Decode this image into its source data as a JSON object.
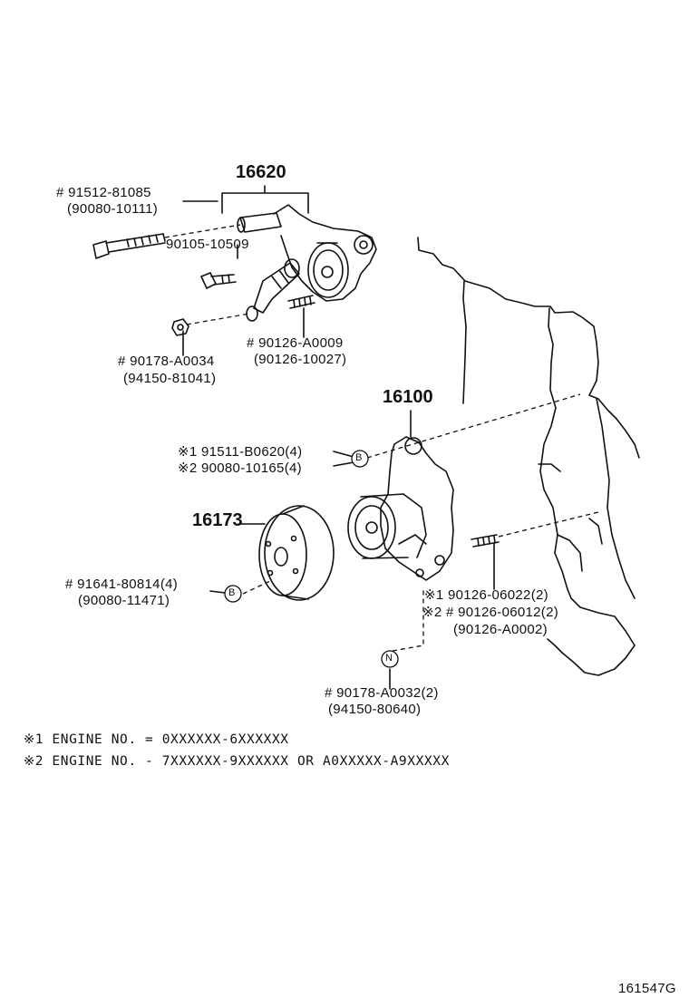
{
  "groups": {
    "tensioner": {
      "number": "16620"
    },
    "water_pump": {
      "number": "16100"
    },
    "pulley": {
      "number": "16173"
    }
  },
  "parts": {
    "bolt_long": {
      "line1": "# 91512-81085",
      "line2": "(90080-10111)"
    },
    "bolt_short": {
      "line1": "90105-10509"
    },
    "nut_tensioner": {
      "line1": "# 90178-A0034",
      "line2": "(94150-81041)"
    },
    "stud_tensioner": {
      "line1": "# 90126-A0009",
      "line2": "(90126-10027)"
    },
    "pump_bolt": {
      "line1": "※1 91511-B0620(4)",
      "line2": "※2 90080-10165(4)",
      "ref": "B"
    },
    "pulley_bolt": {
      "line1": "# 91641-80814(4)",
      "line2": "(90080-11471)",
      "ref": "B"
    },
    "pump_stud": {
      "line1": "※1 90126-06022(2)",
      "line2": "※2 # 90126-06012(2)",
      "line3": "(90126-A0002)"
    },
    "pump_nut": {
      "line1": "# 90178-A0032(2)",
      "line2": "(94150-80640)",
      "ref": "N"
    }
  },
  "notes": [
    "※1 ENGINE NO. = 0XXXXXX-6XXXXXX",
    "※2 ENGINE NO. - 7XXXXXX-9XXXXXX OR A0XXXXX-A9XXXXX"
  ],
  "figure_code": "161547G"
}
